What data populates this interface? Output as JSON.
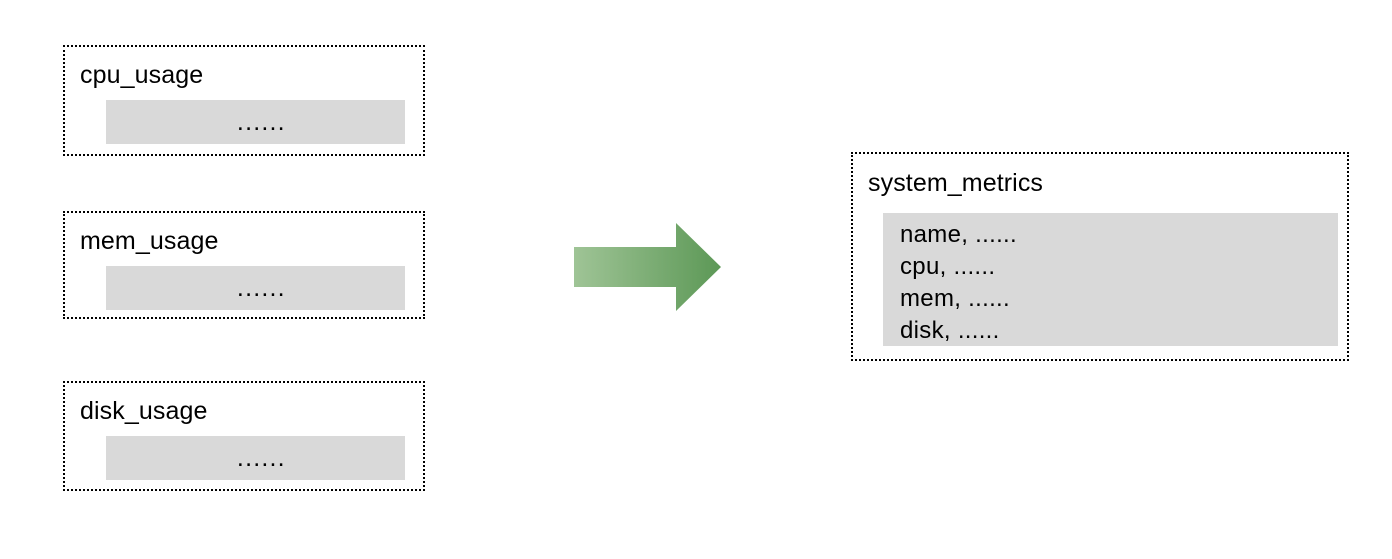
{
  "diagram": {
    "type": "data-consolidation-flow",
    "background_color": "#ffffff",
    "accent_color": "#6aa55f",
    "panel_fill_color": "#d9d9d9",
    "border_color": "#000000"
  },
  "sources": [
    {
      "title": "cpu_usage",
      "body_text": "......"
    },
    {
      "title": "mem_usage",
      "body_text": "......"
    },
    {
      "title": "disk_usage",
      "body_text": "......"
    }
  ],
  "arrow": {
    "name": "flow-arrow-right",
    "direction": "right",
    "gradient_start_color": "#9fc496",
    "gradient_end_color": "#5c9856"
  },
  "target": {
    "title": "system_metrics",
    "columns": [
      "name, ......",
      "cpu, ......",
      "mem, ......",
      "disk, ......"
    ]
  }
}
